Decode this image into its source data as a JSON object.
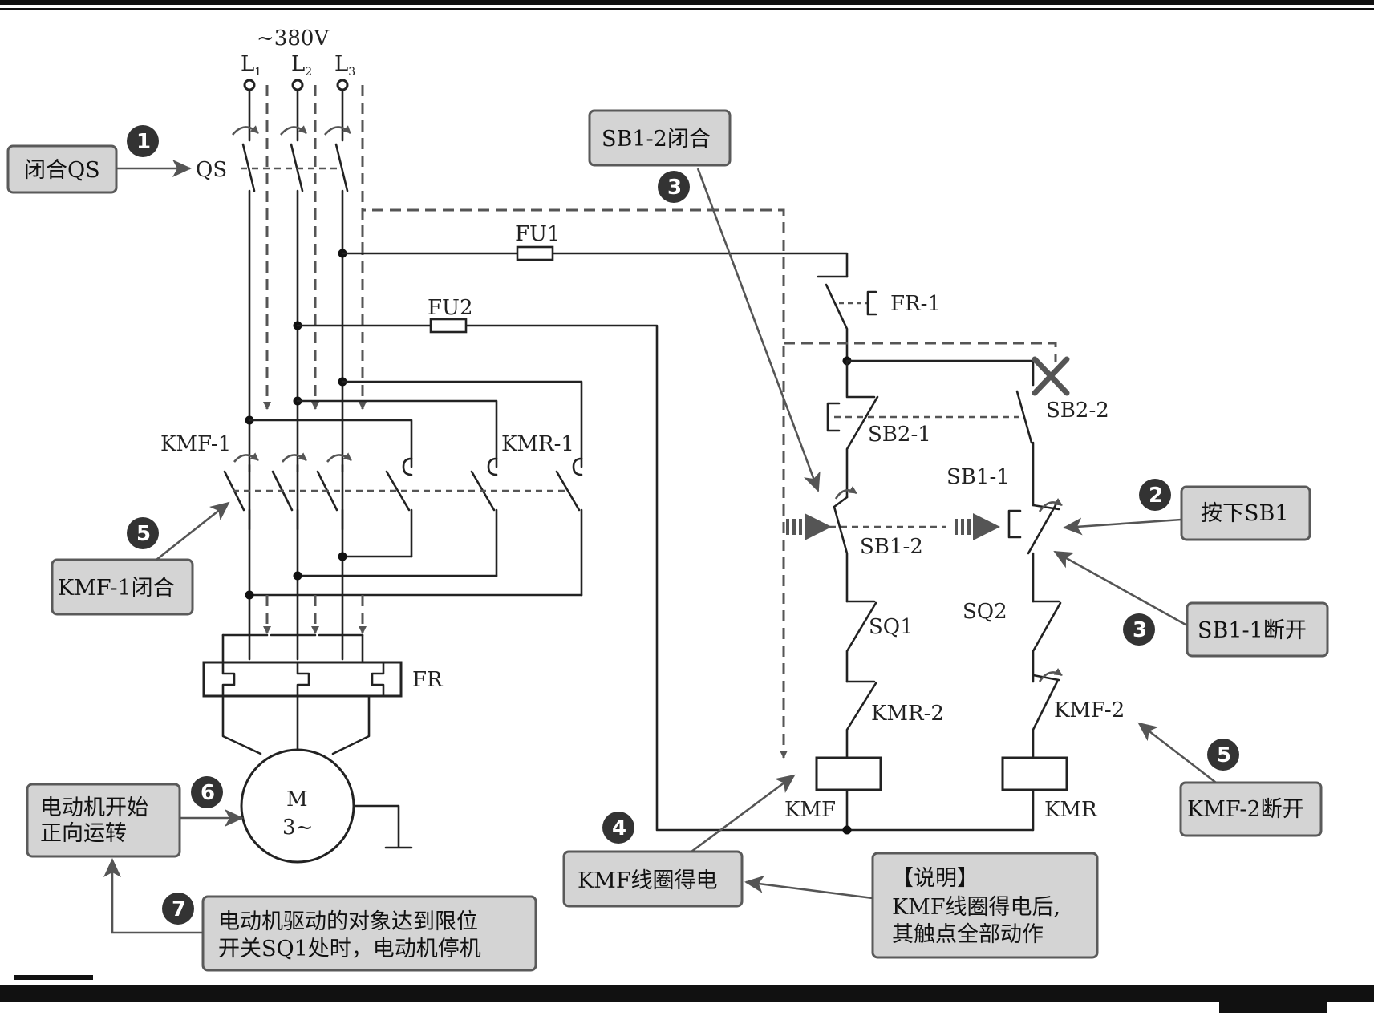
{
  "supply": {
    "voltage": "~380V",
    "l1": "L",
    "l1s": "1",
    "l2": "L",
    "l2s": "2",
    "l3": "L",
    "l3s": "3"
  },
  "labels": {
    "qs": "QS",
    "fu1": "FU1",
    "fu2": "FU2",
    "fr1": "FR-1",
    "kmf1": "KMF-1",
    "kmr1": "KMR-1",
    "fr": "FR",
    "sb22": "SB2-2",
    "sb21": "SB2-1",
    "sb11": "SB1-1",
    "sb12": "SB1-2",
    "sq1": "SQ1",
    "sq2": "SQ2",
    "kmr2": "KMR-2",
    "kmf2": "KMF-2",
    "kmf_coil": "KMF",
    "kmr_coil": "KMR",
    "motor_m": "M",
    "motor_phase": "3~"
  },
  "callouts": {
    "close_qs": "闭合QS",
    "sb12_close": "SB1-2闭合",
    "press_sb1": "按下SB1",
    "sb11_open": "SB1-1断开",
    "kmf1_close": "KMF-1闭合",
    "kmf2_open": "KMF-2断开",
    "motor_line1": "电动机开始",
    "motor_line2": "正向运转",
    "coil_energized": "KMF线圈得电",
    "note_title": "【说明】",
    "note_line1": "KMF线圈得电后,",
    "note_line2": "其触点全部动作",
    "limit_line1": "电动机驱动的对象达到限位",
    "limit_line2": "开关SQ1处时，电动机停机"
  },
  "steps": {
    "s1": "1",
    "s2": "2",
    "s3a": "3",
    "s3b": "3",
    "s4": "4",
    "s5a": "5",
    "s5b": "5",
    "s6": "6",
    "s7": "7"
  }
}
